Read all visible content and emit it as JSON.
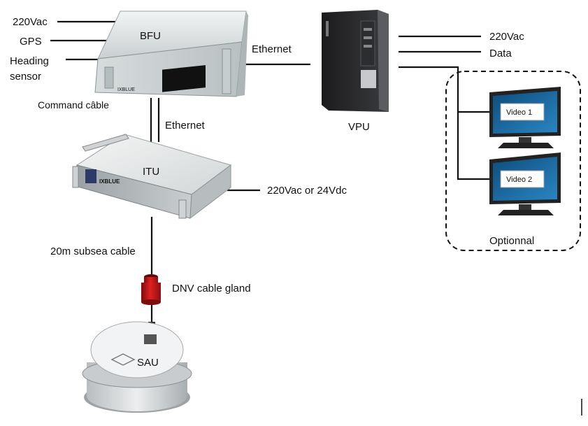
{
  "bfu": {
    "title": "BFU",
    "inputs": [
      "220Vac",
      "GPS",
      "Heading",
      "sensor"
    ],
    "command_cable": "Command câble",
    "brand": "IXBLUE"
  },
  "links": {
    "bfu_vpu": "Ethernet",
    "bfu_itu": "Ethernet",
    "itu_power": "220Vac or 24Vdc",
    "subsea_cable": "20m subsea cable",
    "gland": "DNV cable gland"
  },
  "itu": {
    "title": "ITU",
    "brand": "IXBLUE"
  },
  "vpu": {
    "title": "VPU",
    "outputs": [
      "220Vac",
      "Data"
    ]
  },
  "optional": {
    "label": "Optionnal",
    "monitors": [
      "Video 1",
      "Video 2"
    ]
  },
  "sau": {
    "title": "SAU"
  }
}
